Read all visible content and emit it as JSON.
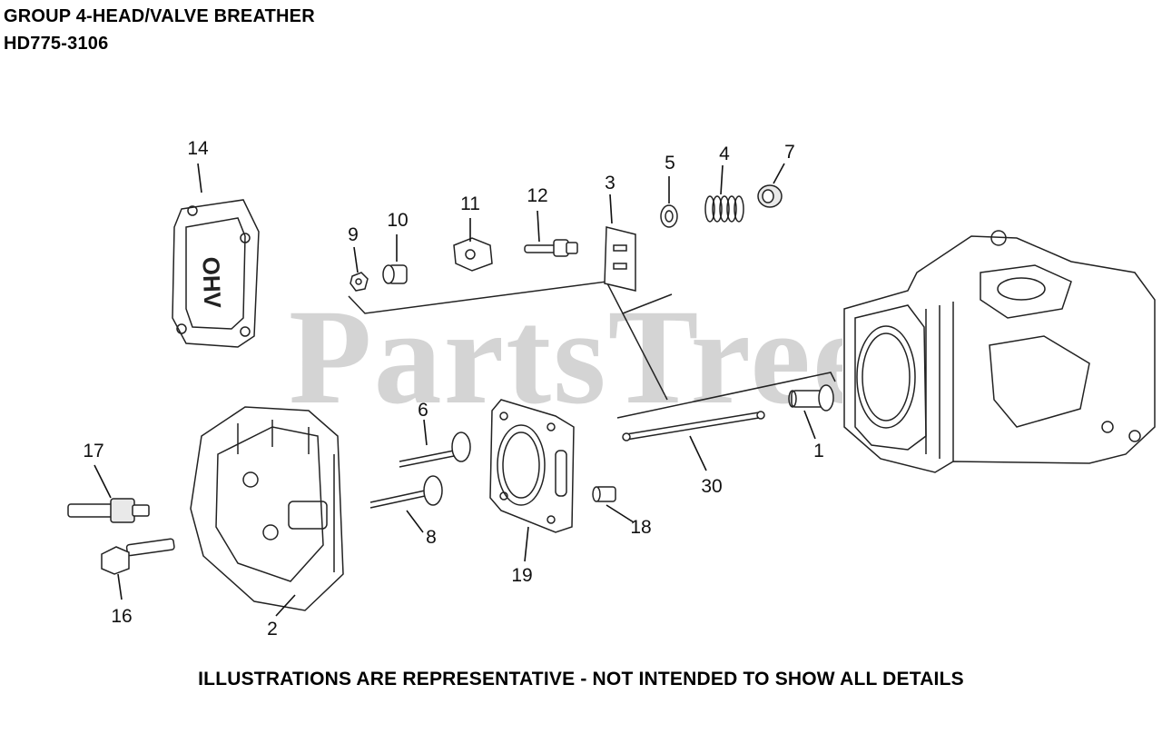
{
  "header": {
    "group_title": "GROUP 4-HEAD/VALVE BREATHER",
    "model": "HD775-3106"
  },
  "watermark": "PartsTree",
  "footer": "ILLUSTRATIONS ARE REPRESENTATIVE - NOT INTENDED TO SHOW ALL DETAILS",
  "valve_cover_label": "OHV",
  "callouts": [
    {
      "id": "1",
      "label": "1"
    },
    {
      "id": "2",
      "label": "2"
    },
    {
      "id": "3",
      "label": "3"
    },
    {
      "id": "4",
      "label": "4"
    },
    {
      "id": "5",
      "label": "5"
    },
    {
      "id": "6",
      "label": "6"
    },
    {
      "id": "7",
      "label": "7"
    },
    {
      "id": "8",
      "label": "8"
    },
    {
      "id": "9",
      "label": "9"
    },
    {
      "id": "10",
      "label": "10"
    },
    {
      "id": "11",
      "label": "11"
    },
    {
      "id": "12",
      "label": "12"
    },
    {
      "id": "14",
      "label": "14"
    },
    {
      "id": "16",
      "label": "16"
    },
    {
      "id": "17",
      "label": "17"
    },
    {
      "id": "18",
      "label": "18"
    },
    {
      "id": "19",
      "label": "19"
    },
    {
      "id": "30",
      "label": "30"
    }
  ]
}
